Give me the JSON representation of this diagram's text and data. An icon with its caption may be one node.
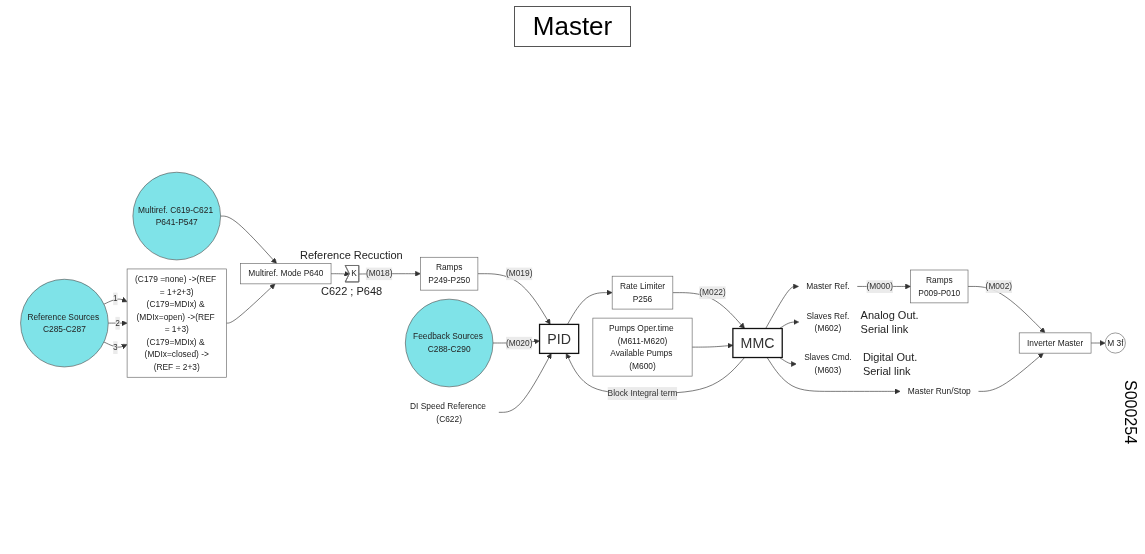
{
  "diagram": {
    "title": "Master",
    "nodes": [
      {
        "text": [
          "Multiref. C619-C621 P641-P547"
        ]
      },
      {
        "text": [
          "Reference Sources C285-C287"
        ]
      },
      {
        "text": [
          "Multiref. Mode P640"
        ]
      },
      {
        "text": [
          "K"
        ],
        "beside": [
          "Reference Recuction",
          "C622 ; P648"
        ]
      },
      {
        "text": [
          "Ramps",
          "P249-P250"
        ]
      },
      {
        "text": [
          "(C179 =none) ->(REF = 1+2+3)",
          "(C179=MDIx) & (MDIx=open) ->(REF = 1+3)",
          "(C179=MDIx) & (MDIx=closed) ->(REF = 2+3)"
        ]
      },
      {
        "text": [
          "Feedback Sources C288-C290"
        ]
      },
      {
        "text": [
          "PID"
        ]
      },
      {
        "text": [
          "Rate Limiter",
          "P256"
        ]
      },
      {
        "text": [
          "Pumps Oper.time (M611-M620)",
          "Available Pumps (M600)"
        ]
      },
      {
        "text": [
          "MMC"
        ]
      },
      {
        "text": [
          "Master Ref."
        ]
      },
      {
        "text": [
          "Master Run/Stop"
        ]
      },
      {
        "text": [
          "Ramps",
          "P009-P010"
        ]
      },
      {
        "text": [
          "Inverter Master"
        ]
      },
      {
        "text": [
          "M 3f"
        ]
      },
      {
        "text": [
          "Slaves Ref.",
          "(M602)"
        ],
        "beside": [
          "Analog Out.",
          "Serial link"
        ]
      },
      {
        "text": [
          "Slaves Cmd.",
          "(M603)"
        ],
        "beside": [
          "Digital Out.",
          "Serial link"
        ]
      },
      {
        "text": [
          "DI Speed Reference (C622)"
        ]
      }
    ],
    "edges": [
      {
        "from": 0,
        "to": 2,
        "arrow": "to"
      },
      {
        "from": 1,
        "to": 5,
        "arrow": "to",
        "label": "1"
      },
      {
        "from": 1,
        "to": 5,
        "arrow": "to",
        "label": "2"
      },
      {
        "from": 1,
        "to": 5,
        "arrow": "to",
        "label": "3"
      },
      {
        "from": 5,
        "to": 2,
        "arrow": "to"
      },
      {
        "from": 2,
        "to": 3,
        "arrow": "to"
      },
      {
        "from": 3,
        "to": 4,
        "arrow": "to",
        "label": "(M018)"
      },
      {
        "from": 4,
        "to": 7,
        "arrow": "to",
        "label": "(M019)"
      },
      {
        "from": 6,
        "to": 7,
        "arrow": "to",
        "label": "(M020)"
      },
      {
        "from": 18,
        "to": 7,
        "arrow": "to"
      },
      {
        "from": 7,
        "to": 8,
        "arrow": "to"
      },
      {
        "from": 8,
        "to": 10,
        "arrow": "to",
        "label": "(M022)"
      },
      {
        "from": 9,
        "to": 10,
        "arrow": "to"
      },
      {
        "from": 10,
        "to": 7,
        "arrow": "to",
        "label": "Block Integral term"
      },
      {
        "from": 10,
        "to": 11,
        "arrow": "to"
      },
      {
        "from": 10,
        "to": 12,
        "arrow": "to"
      },
      {
        "from": 11,
        "to": 13,
        "arrow": "to",
        "label": "(M000)"
      },
      {
        "from": 13,
        "to": 14,
        "arrow": "to",
        "label": "(M002)"
      },
      {
        "from": 12,
        "to": 14,
        "arrow": "to"
      },
      {
        "from": 14,
        "to": 15,
        "arrow": "to"
      },
      {
        "from": 10,
        "to": 16,
        "arrow": "to"
      },
      {
        "from": 10,
        "to": 17,
        "arrow": "to"
      }
    ],
    "labels": [
      "S000254"
    ]
  }
}
